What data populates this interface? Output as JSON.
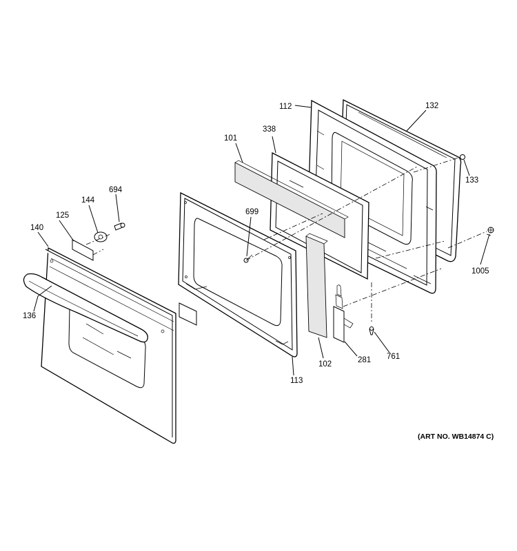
{
  "diagram": {
    "art_number": "(ART NO. WB14874 C)",
    "callouts": [
      {
        "id": "112",
        "text": "112"
      },
      {
        "id": "132",
        "text": "132"
      },
      {
        "id": "338",
        "text": "338"
      },
      {
        "id": "101",
        "text": "101"
      },
      {
        "id": "133",
        "text": "133"
      },
      {
        "id": "694",
        "text": "694"
      },
      {
        "id": "144",
        "text": "144"
      },
      {
        "id": "125",
        "text": "125"
      },
      {
        "id": "140",
        "text": "140"
      },
      {
        "id": "699",
        "text": "699"
      },
      {
        "id": "1005",
        "text": "1005"
      },
      {
        "id": "136",
        "text": "136"
      },
      {
        "id": "761",
        "text": "761"
      },
      {
        "id": "281",
        "text": "281"
      },
      {
        "id": "102",
        "text": "102"
      },
      {
        "id": "113",
        "text": "113"
      }
    ]
  }
}
